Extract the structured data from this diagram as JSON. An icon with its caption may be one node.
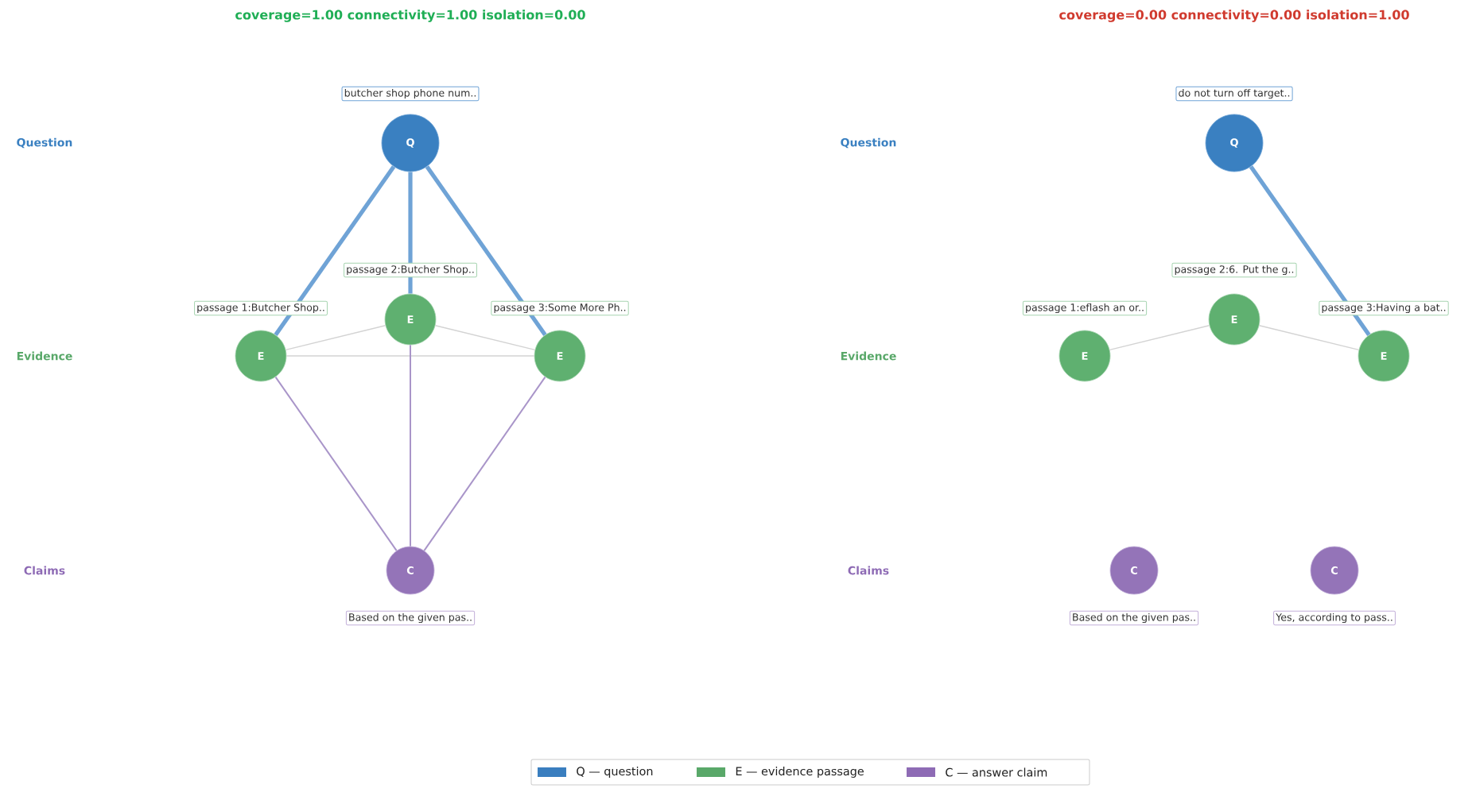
{
  "diagram": {
    "nodes": [
      {
        "text": [
          "Q"
        ],
        "beside": [
          "butcher shop phone num.."
        ]
      },
      {
        "text": [
          "E"
        ],
        "beside": [
          "passage 1:Butcher Shop.."
        ]
      },
      {
        "text": [
          "E"
        ],
        "beside": [
          "passage 2:Butcher Shop.."
        ]
      },
      {
        "text": [
          "E"
        ],
        "beside": [
          "passage 3:Some More Ph.."
        ]
      },
      {
        "text": [
          "C"
        ],
        "beside": [
          "Based on the given pas.."
        ]
      },
      {
        "text": [
          "Q"
        ],
        "beside": [
          "do not turn off target.."
        ]
      },
      {
        "text": [
          "E"
        ],
        "beside": [
          "passage 1:eflash an or.."
        ]
      },
      {
        "text": [
          "E"
        ],
        "beside": [
          "passage 2:6. Put the g.."
        ]
      },
      {
        "text": [
          "E"
        ],
        "beside": [
          "passage 3:Having a bat.."
        ]
      },
      {
        "text": [
          "C"
        ],
        "beside": [
          "Based on the given pas.."
        ]
      },
      {
        "text": [
          "C"
        ],
        "beside": [
          "Yes, according to pass.."
        ]
      }
    ],
    "edges": [
      {
        "from": 0,
        "to": 1,
        "arrow": "none",
        "style": "thick",
        "color": "#6fa3d6"
      },
      {
        "from": 0,
        "to": 2,
        "arrow": "none",
        "style": "thick",
        "color": "#6fa3d6"
      },
      {
        "from": 0,
        "to": 3,
        "arrow": "none",
        "style": "thick",
        "color": "#6fa3d6"
      },
      {
        "from": 1,
        "to": 2,
        "arrow": "none",
        "color": "#d3d3d3"
      },
      {
        "from": 2,
        "to": 3,
        "arrow": "none",
        "color": "#d3d3d3"
      },
      {
        "from": 1,
        "to": 3,
        "arrow": "none",
        "color": "#d3d3d3"
      },
      {
        "from": 1,
        "to": 4,
        "arrow": "none",
        "color": "#a995c9"
      },
      {
        "from": 2,
        "to": 4,
        "arrow": "none",
        "color": "#a995c9"
      },
      {
        "from": 3,
        "to": 4,
        "arrow": "none",
        "color": "#a995c9"
      },
      {
        "from": 5,
        "to": 8,
        "arrow": "none",
        "style": "thick",
        "color": "#6fa3d6"
      },
      {
        "from": 6,
        "to": 7,
        "arrow": "none",
        "color": "#d3d3d3"
      },
      {
        "from": 7,
        "to": 8,
        "arrow": "none",
        "color": "#d3d3d3"
      }
    ],
    "labels": [
      "coverage=1.00  connectivity=1.00  isolation=0.00",
      "coverage=0.00  connectivity=0.00  isolation=1.00",
      "Question",
      "Evidence",
      "Claims",
      "Question",
      "Evidence",
      "Claims"
    ],
    "legend": [
      {
        "text": "Q — question",
        "color": "#3a7ebf"
      },
      {
        "text": "E — evidence passage",
        "color": "#59a869"
      },
      {
        "text": "C — answer claim",
        "color": "#8e6bb5"
      }
    ]
  }
}
